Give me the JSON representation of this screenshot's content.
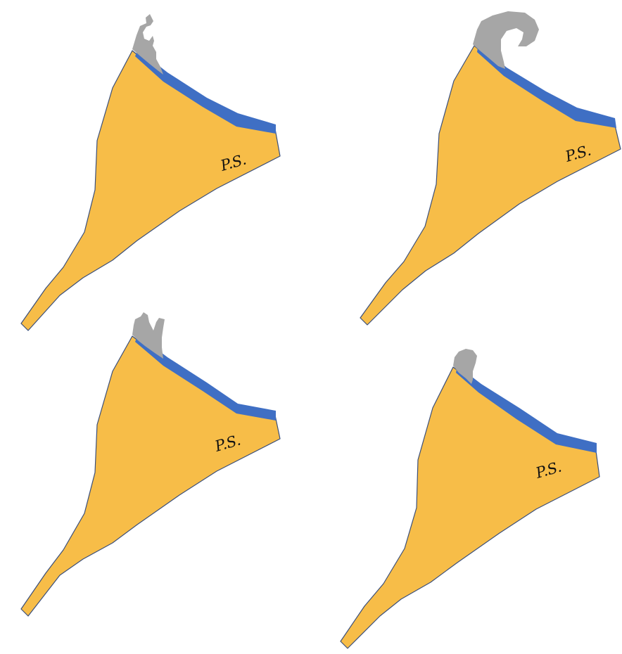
{
  "colors": {
    "body_fill": "#f7bd48",
    "body_outline": "#3b4f7a",
    "edge_band": "#3f6fc4",
    "blob": "#a6a6a6",
    "label": "#111111"
  },
  "panels": [
    {
      "label": "P.S."
    },
    {
      "label": "P.S."
    },
    {
      "label": "P.S."
    },
    {
      "label": "P.S."
    }
  ]
}
